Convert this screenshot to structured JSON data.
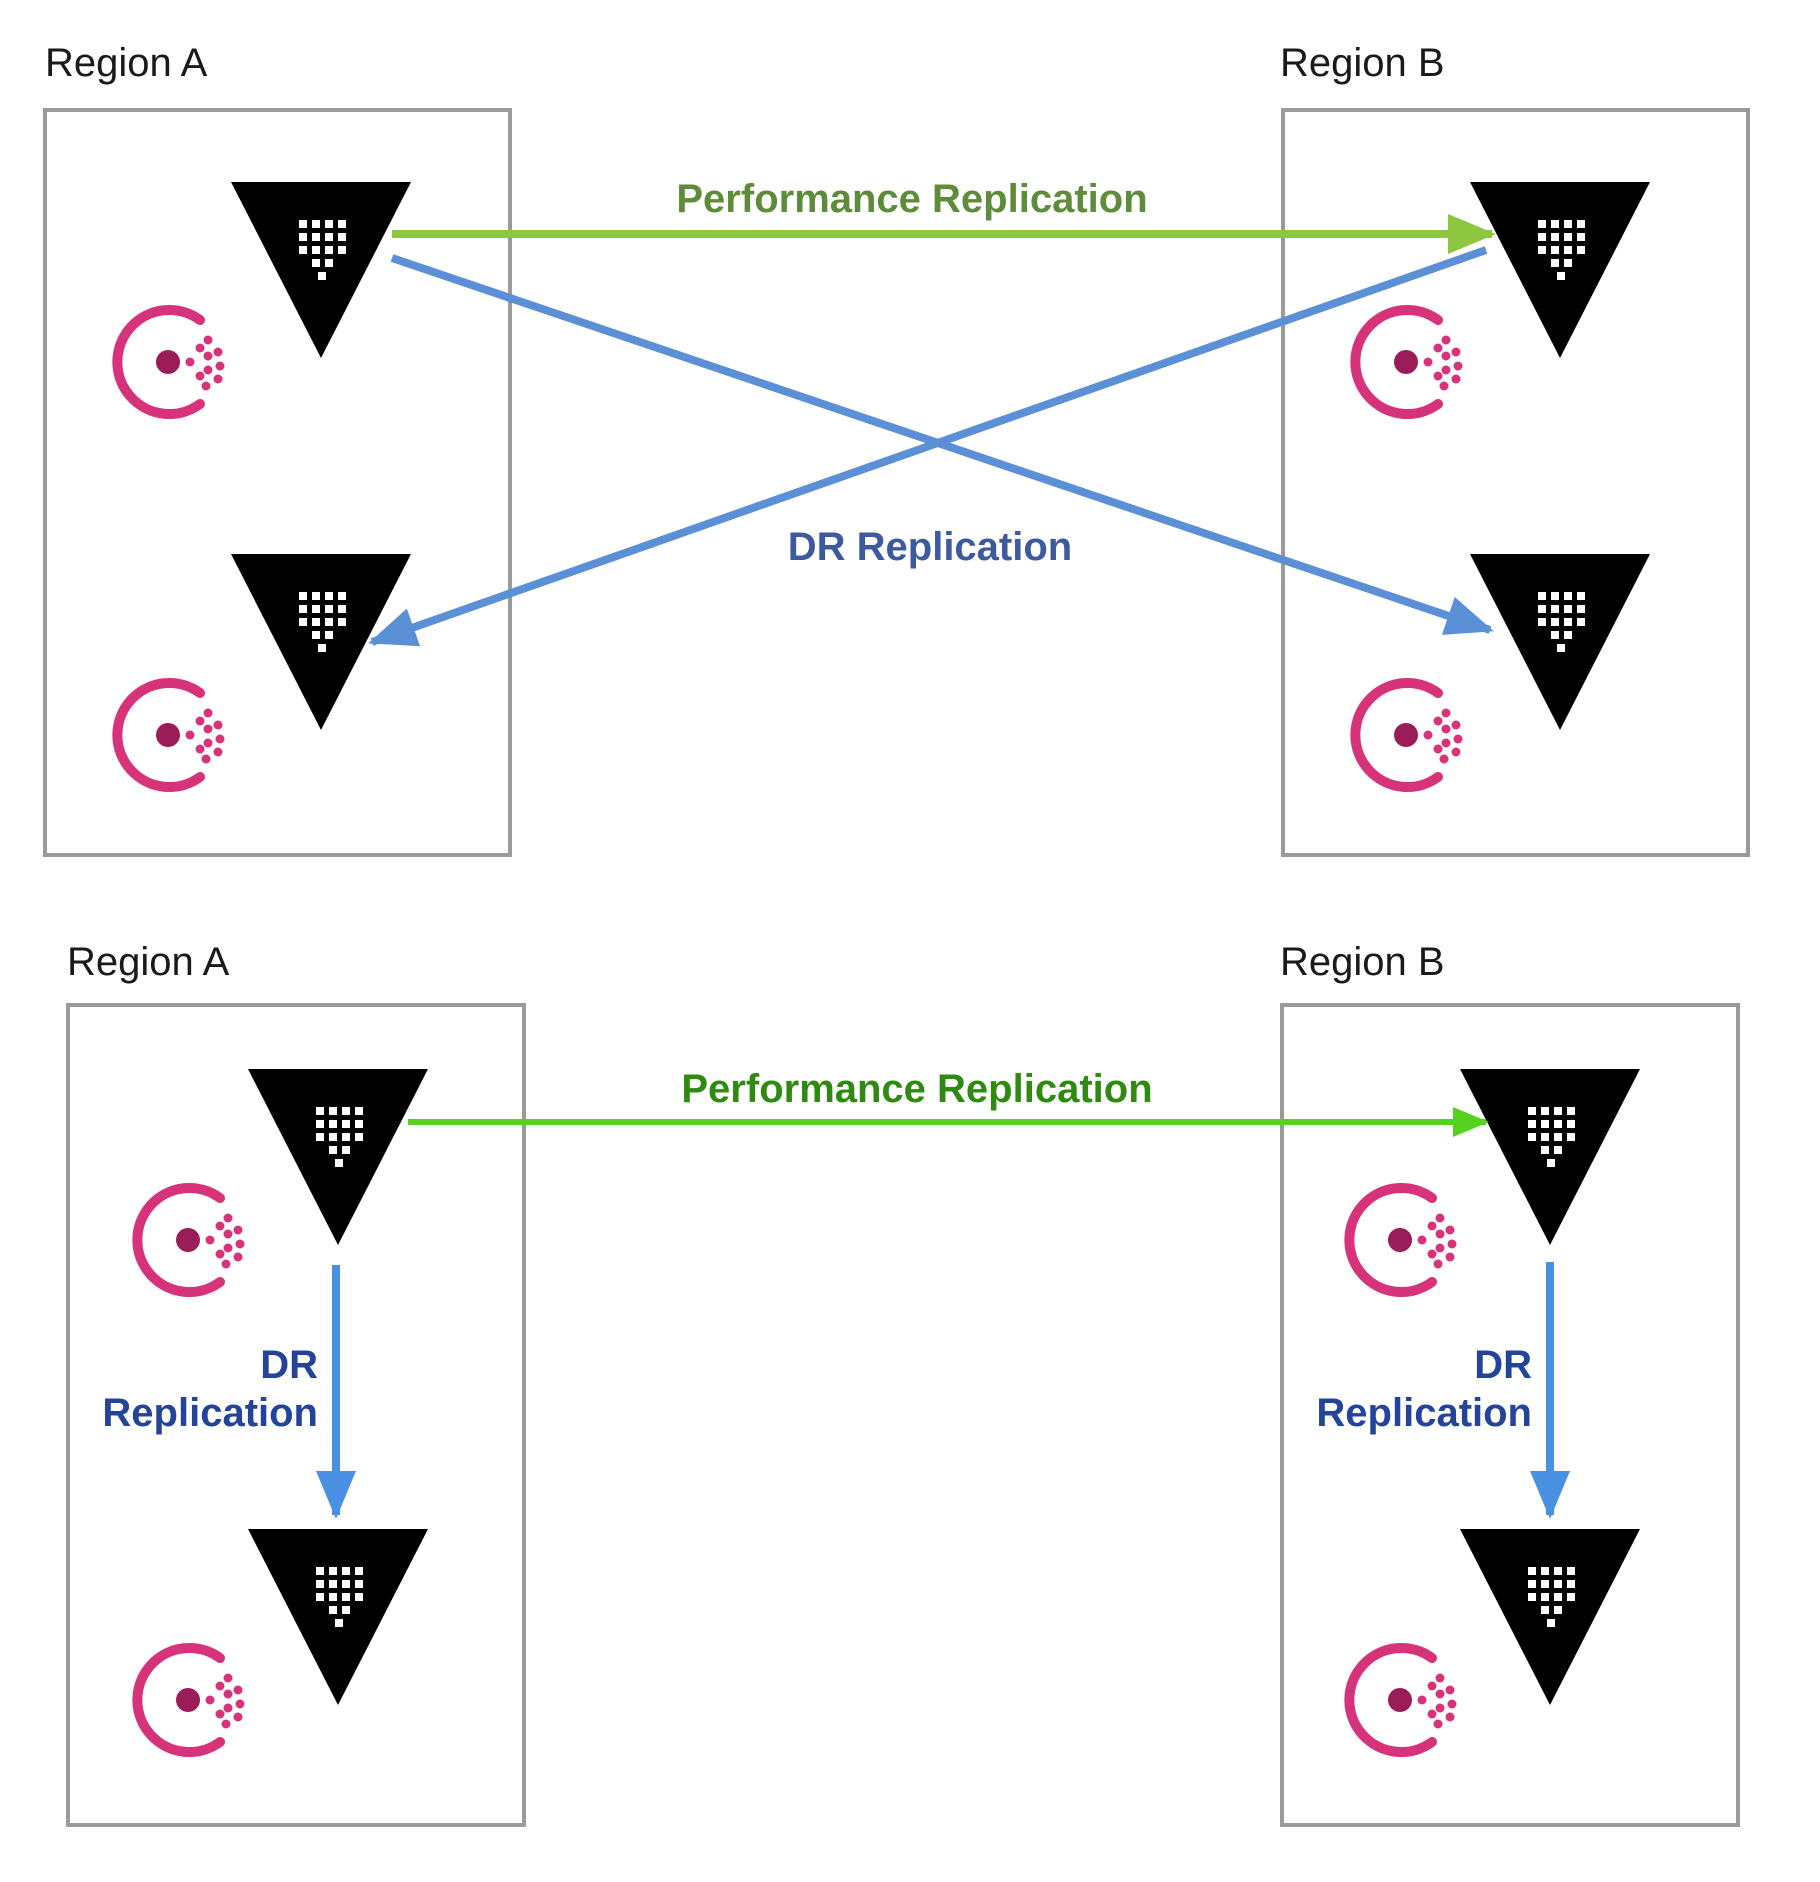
{
  "colors": {
    "vault": "#000000",
    "consul": "#d6337a",
    "consul_core": "#9a1c58",
    "perf_top": "#8dc63f",
    "perf_top_text": "#5f8c3a",
    "perf_bottom": "#57d11f",
    "perf_bottom_text": "#2f8a12",
    "dr_line": "#4a90e2",
    "dr_line_top": "#5b8fd6",
    "dr_text_top": "#3d5a9e",
    "dr_text_bottom": "#24449a",
    "box_border": "#9a9a9a"
  },
  "icons": {
    "vault": "vault-icon",
    "consul": "consul-icon"
  },
  "top": {
    "region_a": {
      "title": "Region A"
    },
    "region_b": {
      "title": "Region B"
    },
    "perf_label": "Performance Replication",
    "dr_label": "DR Replication"
  },
  "bottom": {
    "region_a": {
      "title": "Region A",
      "dr_line1": "DR",
      "dr_line2": "Replication"
    },
    "region_b": {
      "title": "Region B",
      "dr_line1": "DR",
      "dr_line2": "Replication"
    },
    "perf_label": "Performance Replication"
  }
}
